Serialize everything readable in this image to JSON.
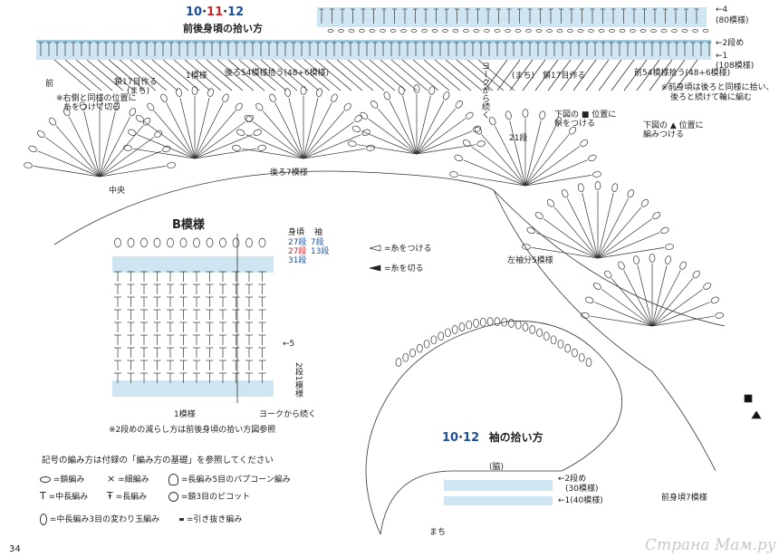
{
  "front_back": {
    "title_num_10": "10",
    "title_num_11": "11",
    "title_num_12": "12",
    "title_sep": "·",
    "title_text": "前後身頃の拾い方",
    "row_4": "←4",
    "rows_80": "(80模様)",
    "row_2": "←2段め",
    "row_1": "←1",
    "rows_108": "(108模様)",
    "back_right_note": "鎖17目作る",
    "back_right_note2": "(まち)",
    "front_label": "前",
    "right_side_note1": "※右側と同様の位置に",
    "right_side_note2": "糸をつけて切る",
    "one_pattern": "1模様",
    "back_pick": "後ろ54模様拾う(48+6模様)",
    "yoke_cont": "ヨークから続く",
    "machi_chain": "(まち)　鎖17目作る",
    "front_pick": "前54模様拾う(48+6模様)",
    "front_note1": "※前身頃は後ろと同様に拾い、",
    "front_note2": "後ろと続けて輪に編む",
    "down_square1": "下図の ■ 位置に",
    "down_square2": "糸をつける",
    "down_tri1": "下図の ▲ 位置に",
    "down_tri2": "編みつける",
    "row_21": "21段",
    "back7": "後ろ7模様",
    "center": "中央",
    "left_sleeve5": "左袖分5模様",
    "front7": "前身頃7模様"
  },
  "pattern_b": {
    "title": "B模様",
    "col_body": "身頃",
    "col_sleeve": "袖",
    "r27a": "27段",
    "r7": "7段",
    "r27b": "27段",
    "r13": "13段",
    "r31": "31段",
    "arrow_5": "←5",
    "row_2_label": "2段1模様",
    "one_pattern": "1模様",
    "yoke_cont": "ヨークから続く",
    "note": "※2段めの減らし方は前後身頃の拾い方図参照"
  },
  "markers": {
    "attach": "=糸をつける",
    "cut": "=糸を切る"
  },
  "sleeve": {
    "title_num_10": "10",
    "title_sep": "·",
    "title_num_12": "12",
    "title_text": "袖の拾い方",
    "armpit": "(脇)",
    "row_2": "←2段め",
    "rows_30": "(30模様)",
    "row_1": "←1(40模様)",
    "machi": "まち"
  },
  "legend": {
    "header": "記号の編み方は付録の「編み方の基礎」を参照してください",
    "chain": "=鎖編み",
    "sc": "=細編み",
    "hdc": "=中長編み",
    "dc": "=長編み",
    "popcorn": "=長編み5目のパプコーン編み",
    "picot": "=鎖3目のピコット",
    "bobble": "=中長編み3目の変わり玉編み",
    "slip": "=引き抜き編み"
  },
  "page_number": "34",
  "watermark": "Страна Мам.ру",
  "colors": {
    "band_blue": "#cfe6f2",
    "title_red": "#d8232a",
    "title_blue": "#1b4f9c",
    "ink": "#222222"
  }
}
